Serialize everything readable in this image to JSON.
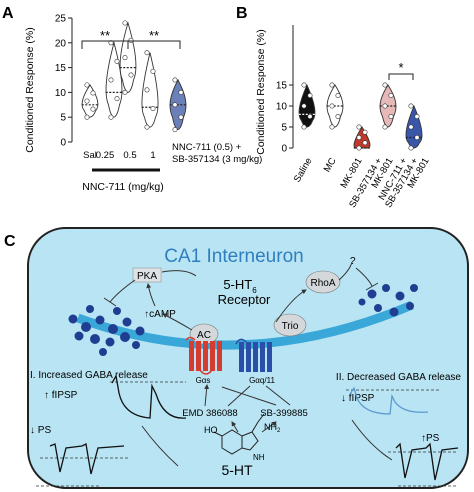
{
  "panel_a": {
    "letter": "A",
    "ylabel": "Conditioned Response (%)",
    "yticks": [
      "0",
      "5",
      "10",
      "15",
      "20",
      "25"
    ],
    "xticks": [
      "Sal",
      "0.25",
      "0.5",
      "1",
      "NNC-711 (0.5) +",
      "SB-357134 (3 mg/kg)"
    ],
    "xgroup": "NNC-711 (mg/kg)",
    "sig1": "**",
    "sig2": "**"
  },
  "panel_b": {
    "letter": "B",
    "ylabel": "Conditioned Response (%)",
    "yticks": [
      "0",
      "5",
      "10",
      "15"
    ],
    "xticks": [
      "Saline",
      "MC",
      "MK-801",
      "SB-357134 +",
      "MK-801",
      "NNC-711 +",
      "SB-357134 +",
      "MK-801"
    ],
    "sig": "*"
  },
  "panel_c": {
    "letter": "C",
    "title": "CA1 Interneuron",
    "receptor_line1": "5-HT",
    "receptor_sub": "6",
    "receptor_line2": "Receptor",
    "pka": "PKA",
    "camp": "cAMP",
    "ac": "AC",
    "trio": "Trio",
    "rhoa": "RhoA",
    "question": "?",
    "gas": "Gαs",
    "gaq": "Gαq/11",
    "left_caption": "I. Increased GABA release",
    "right_caption": "II. Decreased GABA release",
    "fipsp": "fIPSP",
    "ps": "PS",
    "emd": "EMD 386088",
    "sb": "SB-399885",
    "ho": "HO",
    "nh2": "NH",
    "nh2_sub": "2",
    "nh": "NH",
    "ht": "5-HT"
  },
  "chart_data": [
    {
      "type": "violin",
      "title": "",
      "ylabel": "Conditioned Response (%)",
      "xlabel": "NNC-711 (mg/kg)",
      "ylim": [
        0,
        25
      ],
      "categories": [
        "Sal",
        "0.25",
        "0.5",
        "1",
        "NNC-711 (0.5) + SB-357134 (3 mg/kg)"
      ],
      "medians": [
        7.5,
        10,
        15,
        7,
        7.5
      ],
      "ranges": [
        [
          5,
          11.5
        ],
        [
          5,
          20
        ],
        [
          10,
          24
        ],
        [
          3,
          18
        ],
        [
          2.5,
          12.5
        ]
      ],
      "colors": [
        "#ffffff",
        "#ffffff",
        "#ffffff",
        "#ffffff",
        "#6b7fb8"
      ],
      "significance": [
        {
          "from": "Sal",
          "to": "0.5",
          "label": "**"
        },
        {
          "from": "0.5",
          "to": "NNC-711 (0.5) + SB-357134 (3 mg/kg)",
          "label": "**"
        }
      ]
    },
    {
      "type": "violin",
      "title": "",
      "ylabel": "Conditioned Response (%)",
      "ylim": [
        0,
        15
      ],
      "categories": [
        "Saline",
        "MC",
        "MK-801",
        "SB-357134 + MK-801",
        "NNC-711 + SB-357134 + MK-801"
      ],
      "medians": [
        8,
        10,
        0,
        10,
        2.5
      ],
      "ranges": [
        [
          5,
          15
        ],
        [
          5,
          15
        ],
        [
          0,
          5
        ],
        [
          5,
          15
        ],
        [
          0,
          10
        ]
      ],
      "colors": [
        "#111111",
        "#ffffff",
        "#c0392b",
        "#e6b8b8",
        "#3a56a8"
      ],
      "significance": [
        {
          "from": "SB-357134 + MK-801",
          "to": "NNC-711 + SB-357134 + MK-801",
          "label": "*"
        }
      ]
    }
  ]
}
